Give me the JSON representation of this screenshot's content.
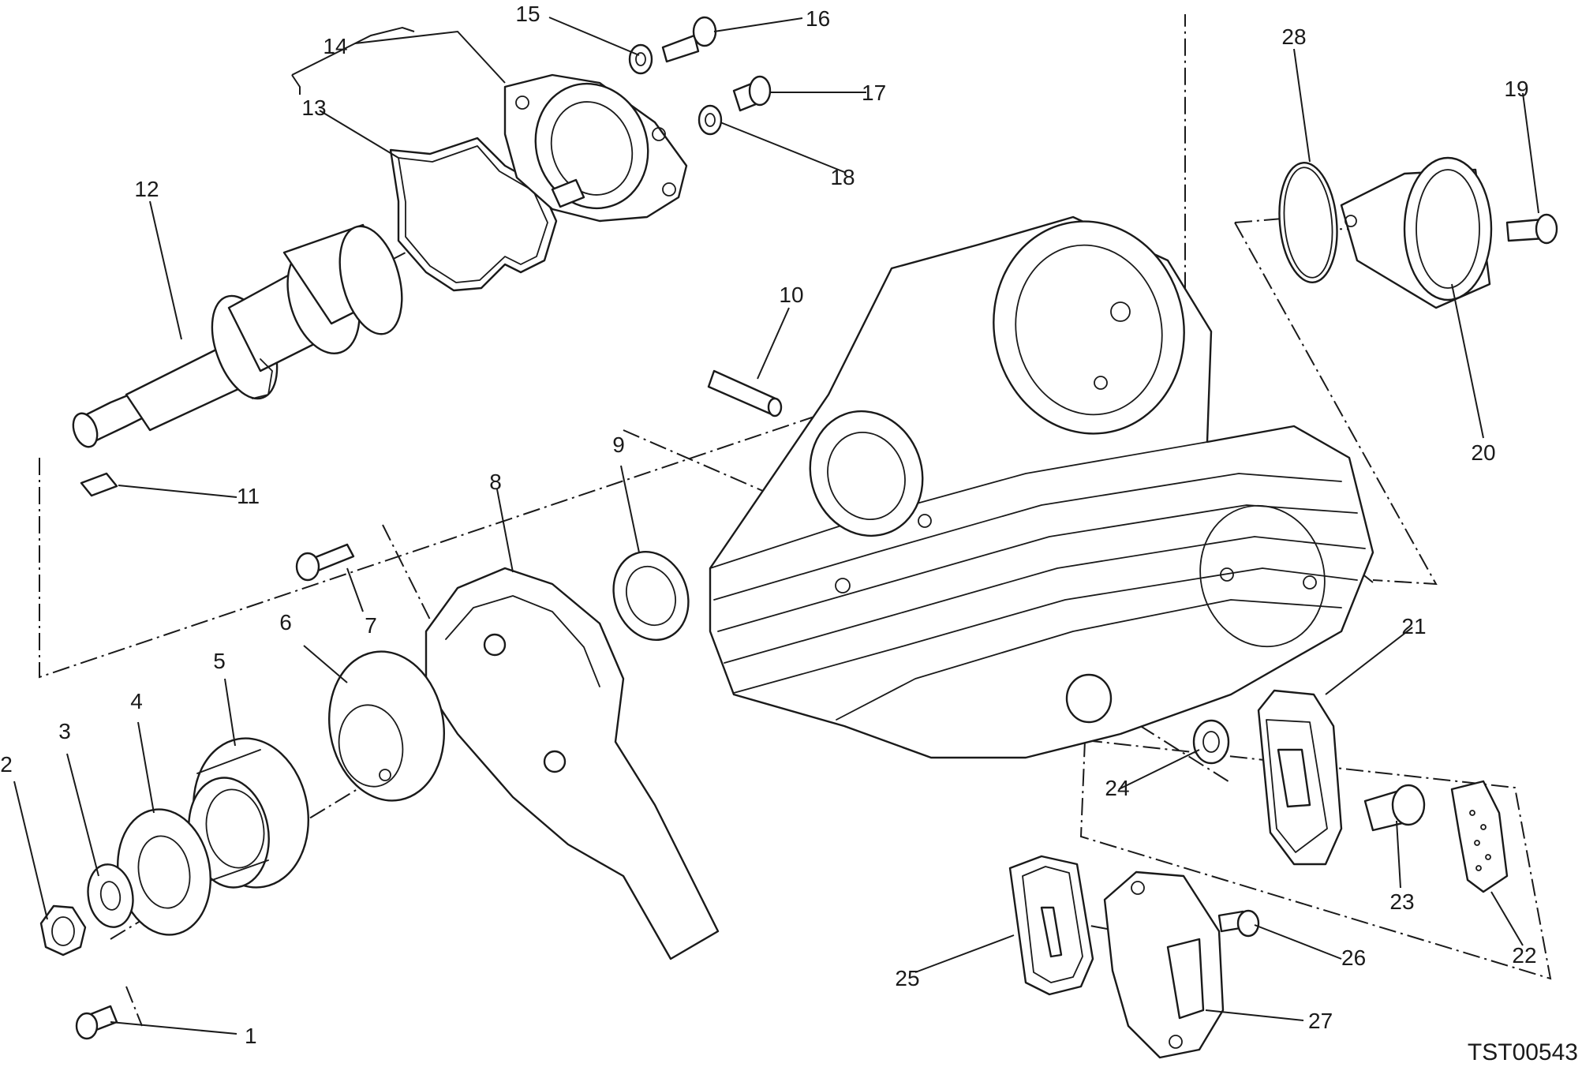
{
  "diagram_code": "TST00543",
  "callouts": [
    "1",
    "2",
    "3",
    "4",
    "5",
    "6",
    "7",
    "8",
    "9",
    "10",
    "11",
    "12",
    "13",
    "14",
    "15",
    "16",
    "17",
    "18",
    "19",
    "20",
    "21",
    "22",
    "23",
    "24",
    "25",
    "26",
    "27",
    "28"
  ]
}
